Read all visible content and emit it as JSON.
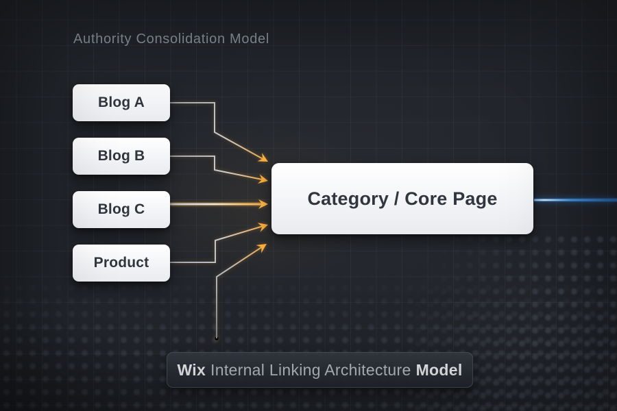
{
  "title": "Authority Consolidation Model",
  "diagram": {
    "sources": [
      {
        "id": "blog-a",
        "label": "Blog A"
      },
      {
        "id": "blog-b",
        "label": "Blog B"
      },
      {
        "id": "blog-c",
        "label": "Blog C"
      },
      {
        "id": "product",
        "label": "Product"
      }
    ],
    "target": {
      "id": "category-core-page",
      "label": "Category / Core Page"
    },
    "edges": [
      {
        "from": "blog-a",
        "to": "category-core-page",
        "style": "elbow-down"
      },
      {
        "from": "blog-b",
        "to": "category-core-page",
        "style": "elbow-down"
      },
      {
        "from": "blog-c",
        "to": "category-core-page",
        "style": "straight",
        "emphasis": true
      },
      {
        "from": "product",
        "to": "category-core-page",
        "style": "elbow-up"
      },
      {
        "from": "footer-anchor",
        "to": "category-core-page",
        "style": "elbow-up"
      }
    ]
  },
  "caption": {
    "prefix": "Wix",
    "middle": "Internal Linking Architecture",
    "suffix": "Model"
  },
  "colors": {
    "background": "#22252b",
    "arrow_accent": "#f5ab36",
    "blue_accent": "#4db2ff",
    "node_bg": "#f4f5f8",
    "node_text": "#31363e",
    "title_text": "#8d949f",
    "caption_text": "#bdc3cc"
  }
}
